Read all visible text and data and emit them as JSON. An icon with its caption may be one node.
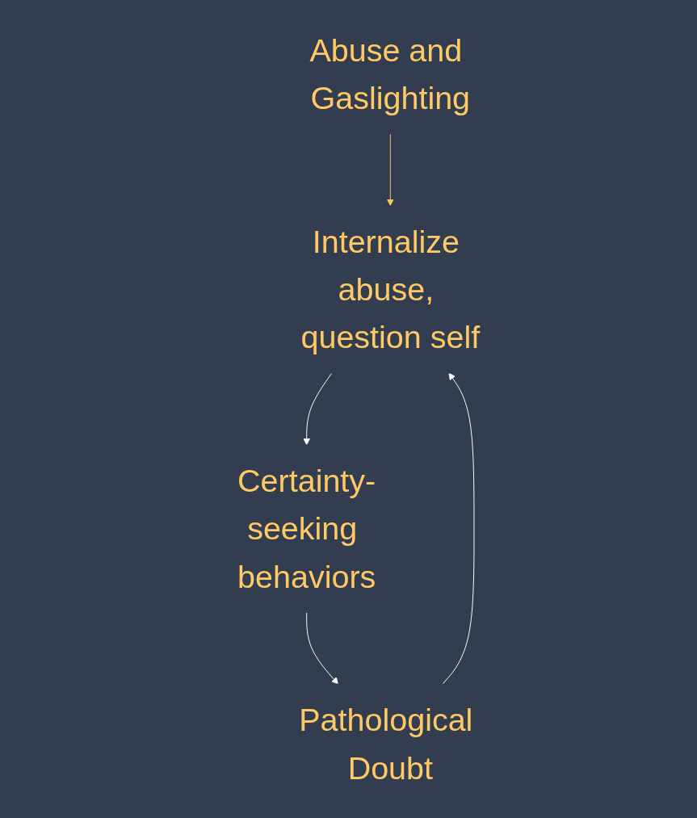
{
  "diagram": {
    "nodes": [
      {
        "text": [
          "Abuse and Gaslighting"
        ]
      },
      {
        "text": [
          "Pathological Doubt"
        ]
      },
      {
        "text": [
          "Internalize abuse, question self"
        ]
      },
      {
        "text": [
          "Certainty-seeking behaviors"
        ]
      }
    ],
    "edges": [
      {
        "from": 0,
        "to": 2,
        "arrow": "to",
        "color": "#ffc85a"
      },
      {
        "from": 1,
        "to": 2,
        "arrow": "to"
      },
      {
        "from": 2,
        "to": 3,
        "arrow": "to"
      },
      {
        "from": 3,
        "to": 1,
        "arrow": "to"
      }
    ]
  }
}
